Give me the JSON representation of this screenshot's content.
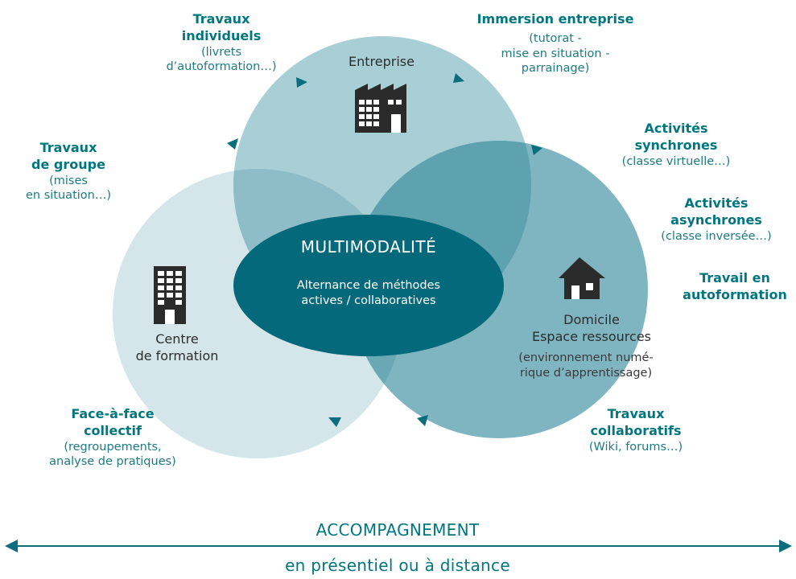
{
  "center": {
    "title": "MULTIMODALITÉ",
    "subtitle_line1": "Alternance de méthodes",
    "subtitle_line2": "actives / collaboratives"
  },
  "nodes": {
    "entreprise": "Entreprise",
    "centre_line1": "Centre",
    "centre_line2": "de formation",
    "domicile_line1": "Domicile",
    "domicile_line2": "Espace ressources",
    "domicile_desc_line1": "(environnement numé-",
    "domicile_desc_line2": "rique d’apprentissage)"
  },
  "activities": {
    "travaux_individuels": {
      "t1": "Travaux",
      "t2": "individuels",
      "s1": "(livrets",
      "s2": "d’autoformation…)"
    },
    "immersion": {
      "t1": "Immersion entreprise",
      "s1": "(tutorat -",
      "s2": "mise en situation -",
      "s3": "parrainage)"
    },
    "travaux_groupe": {
      "t1": "Travaux",
      "t2": "de groupe",
      "s1": "(mises",
      "s2": "en situation…)"
    },
    "activites_synchrones": {
      "t1": "Activités",
      "t2": "synchrones",
      "s1": "(classe virtuelle…)"
    },
    "activites_asynchrones": {
      "t1": "Activités",
      "t2": "asynchrones",
      "s1": "(classe inversée…)"
    },
    "travail_autoformation": {
      "t1": "Travail en",
      "t2": "autoformation"
    },
    "face_a_face": {
      "t1": "Face-à-face",
      "t2": "collectif",
      "s1": "(regroupements,",
      "s2": "analyse de pratiques)"
    },
    "travaux_collaboratifs": {
      "t1": "Travaux",
      "t2": "collaboratifs",
      "s1": "(Wiki, forums…)"
    }
  },
  "axis": {
    "top": "ACCOMPAGNEMENT",
    "bottom": "en présentiel ou à distance"
  },
  "colors": {
    "circle_left": "#d4e6ea",
    "circle_top": "#a9cfd6",
    "circle_right": "#7fb5c1",
    "ellipse": "#04697a",
    "teal": "#00777f"
  },
  "icons": [
    "factory-icon",
    "building-icon",
    "house-icon"
  ]
}
